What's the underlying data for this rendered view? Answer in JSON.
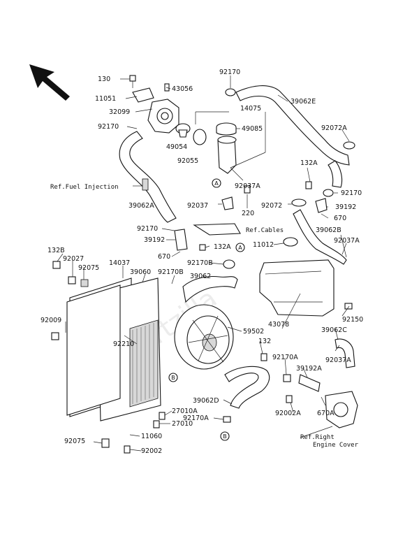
{
  "watermark": "Partzilla",
  "part_labels": [
    {
      "text": "130"
    },
    {
      "text": "11051"
    },
    {
      "text": "43056"
    },
    {
      "text": "32099"
    },
    {
      "text": "92170"
    },
    {
      "text": "92170"
    },
    {
      "text": "39062E"
    },
    {
      "text": "14075"
    },
    {
      "text": "49085"
    },
    {
      "text": "49054"
    },
    {
      "text": "92055"
    },
    {
      "text": "92072A"
    },
    {
      "text": "132A"
    },
    {
      "text": "92037A"
    },
    {
      "text": "39062A"
    },
    {
      "text": "92037"
    },
    {
      "text": "220"
    },
    {
      "text": "92072"
    },
    {
      "text": "92170"
    },
    {
      "text": "39192"
    },
    {
      "text": "670"
    },
    {
      "text": "39062B"
    },
    {
      "text": "92037A"
    },
    {
      "text": "92170"
    },
    {
      "text": "39192"
    },
    {
      "text": "132A"
    },
    {
      "text": "11012"
    },
    {
      "text": "670"
    },
    {
      "text": "92170B"
    },
    {
      "text": "132B"
    },
    {
      "text": "92027"
    },
    {
      "text": "92075"
    },
    {
      "text": "14037"
    },
    {
      "text": "39060"
    },
    {
      "text": "92170B"
    },
    {
      "text": "39062"
    },
    {
      "text": "92009"
    },
    {
      "text": "92210"
    },
    {
      "text": "59502"
    },
    {
      "text": "43078"
    },
    {
      "text": "92150"
    },
    {
      "text": "39062C"
    },
    {
      "text": "132"
    },
    {
      "text": "92170A"
    },
    {
      "text": "92037A"
    },
    {
      "text": "39192A"
    },
    {
      "text": "39062D"
    },
    {
      "text": "27010A"
    },
    {
      "text": "27010"
    },
    {
      "text": "92170A"
    },
    {
      "text": "92002A"
    },
    {
      "text": "670A"
    },
    {
      "text": "92075"
    },
    {
      "text": "11060"
    },
    {
      "text": "92002"
    }
  ],
  "ref_labels": [
    {
      "text": "Ref.Fuel Injection"
    },
    {
      "text": "Ref.Cables"
    },
    {
      "text": "Ref.Right"
    },
    {
      "text": "Engine Cover"
    }
  ],
  "callouts": [
    {
      "text": "A"
    },
    {
      "text": "A"
    },
    {
      "text": "B"
    },
    {
      "text": "B"
    }
  ]
}
